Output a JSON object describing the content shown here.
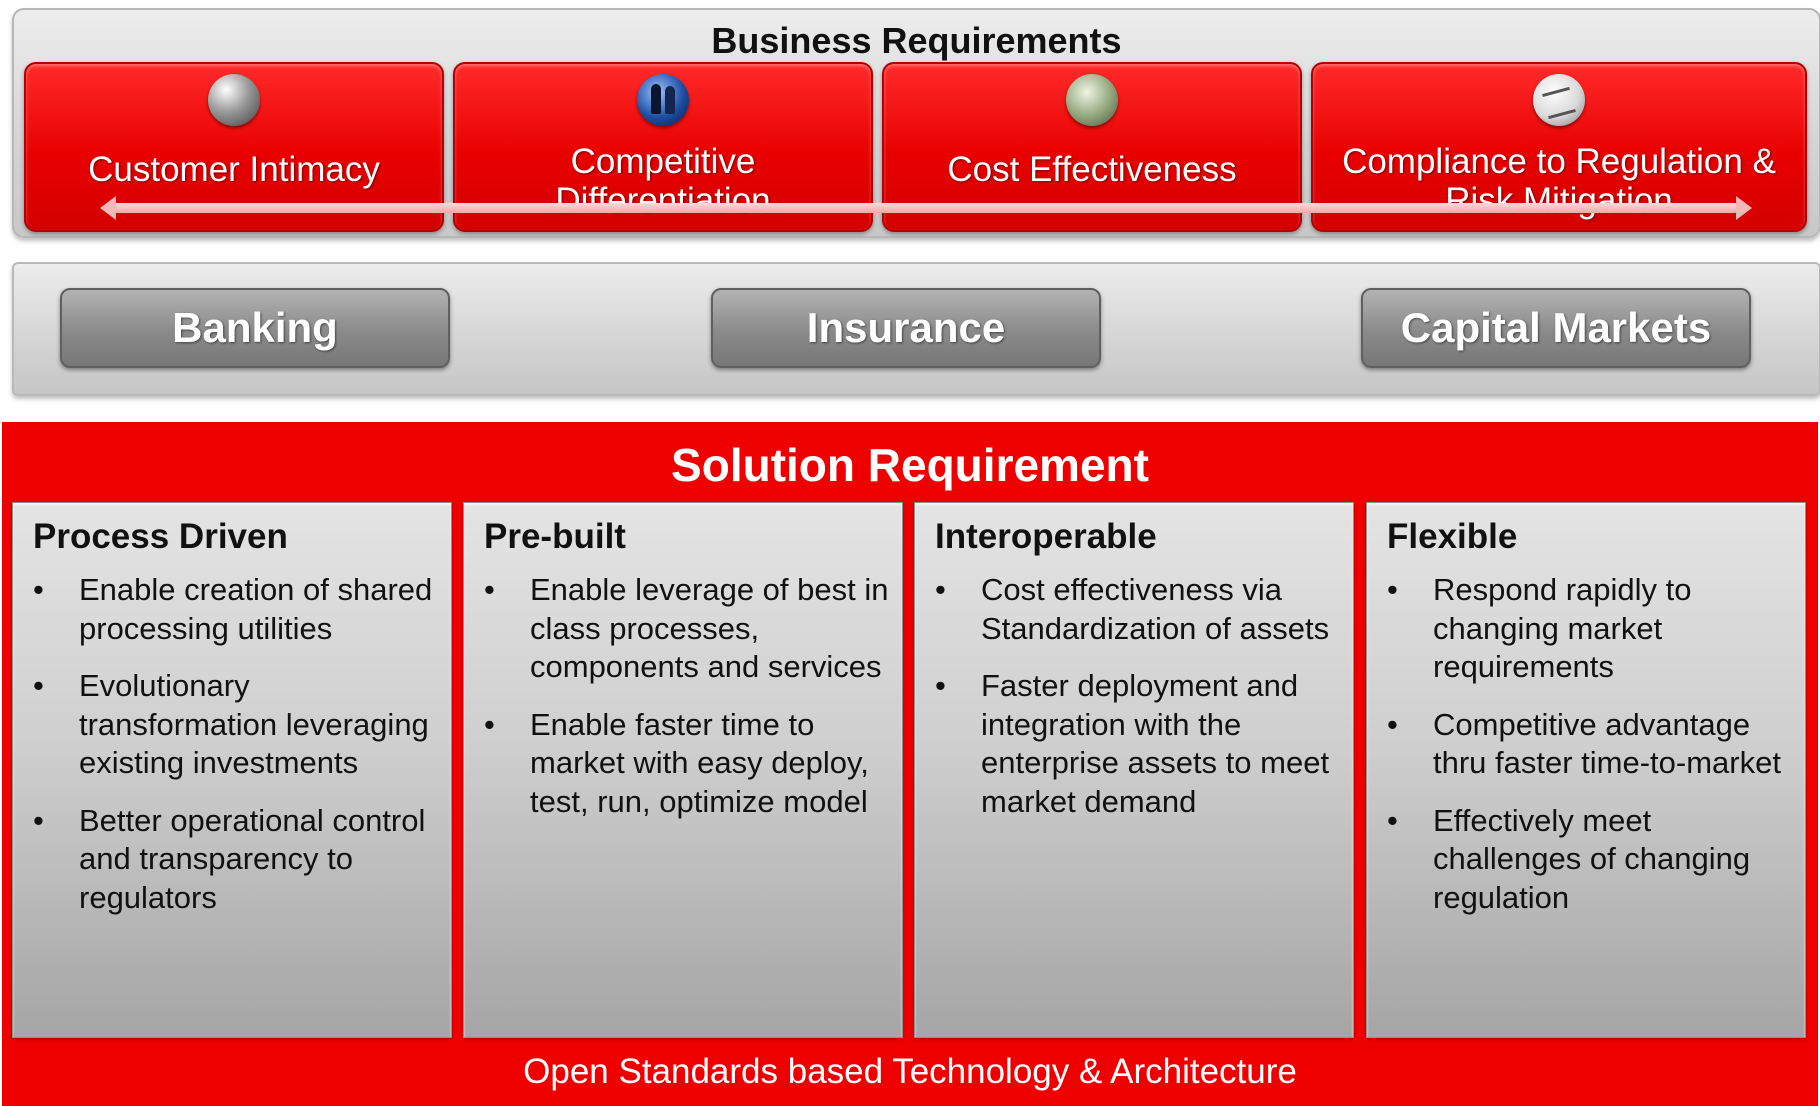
{
  "business_requirements": {
    "title": "Business Requirements",
    "items": [
      {
        "label": "Customer Intimacy",
        "icon": "globe-icon"
      },
      {
        "label": "Competitive Differentiation",
        "icon": "people-icon"
      },
      {
        "label": "Cost Effectiveness",
        "icon": "coins-icon"
      },
      {
        "label": "Compliance to Regulation & Risk Mitigation",
        "icon": "document-icon"
      }
    ]
  },
  "industries": [
    "Banking",
    "Insurance",
    "Capital Markets"
  ],
  "solution_requirement": {
    "title": "Solution Requirement",
    "columns": [
      {
        "heading": "Process Driven",
        "bullets": [
          "Enable creation of shared processing utilities",
          "Evolutionary transformation leveraging existing investments",
          "Better operational control and transparency to regulators"
        ]
      },
      {
        "heading": "Pre-built",
        "bullets": [
          "Enable leverage of best in class processes, components and services",
          "Enable faster time to market with easy deploy, test, run, optimize model"
        ]
      },
      {
        "heading": "Interoperable",
        "bullets": [
          "Cost effectiveness via Standardization of assets",
          "Faster deployment  and integration  with the enterprise assets to meet market demand"
        ]
      },
      {
        "heading": "Flexible",
        "bullets": [
          "Respond rapidly to changing market requirements",
          "Competitive advantage thru faster time-to-market",
          "Effectively meet challenges of changing regulation"
        ]
      }
    ],
    "footer": "Open Standards based Technology & Architecture"
  },
  "colors": {
    "accent_red": "#ef0000",
    "panel_grey": "#d4d4d4",
    "button_grey": "#8a8a8a"
  }
}
